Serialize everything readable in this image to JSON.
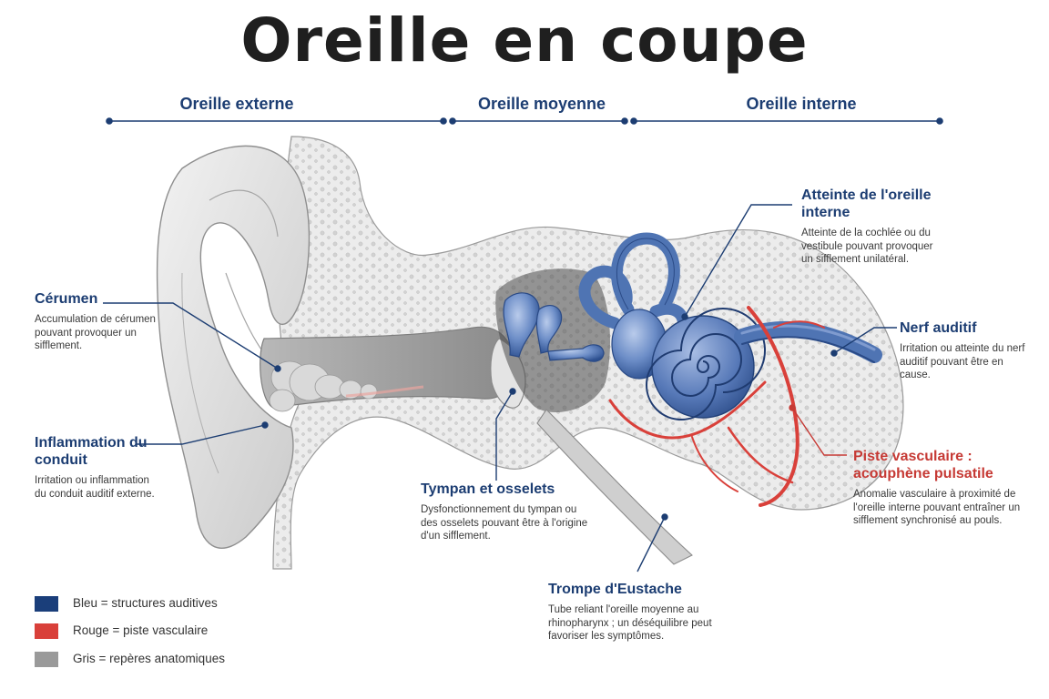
{
  "title": "Oreille en coupe",
  "sections": {
    "outer": "Oreille externe",
    "middle": "Oreille moyenne",
    "inner": "Oreille interne"
  },
  "labels": {
    "cerumen": {
      "title": "Cérumen",
      "desc": "Accumulation de cérumen pouvant provoquer un sifflement."
    },
    "inflammation": {
      "title": "Inflammation du conduit",
      "desc": "Irritation ou inflammation du conduit auditif externe."
    },
    "tympan": {
      "title": "Tympan et osselets",
      "desc": "Dysfonctionnement du tympan ou des osselets pouvant être à l'origine d'un sifflement."
    },
    "eustache": {
      "title": "Trompe d'Eustache",
      "desc": "Tube reliant l'oreille moyenne au rhinopharynx ; un déséquilibre peut favoriser les symptômes."
    },
    "inner_damage": {
      "title": "Atteinte de l'oreille interne",
      "desc": "Atteinte de la cochlée ou du vestibule pouvant provoquer un sifflement unilatéral."
    },
    "nerve": {
      "title": "Nerf auditif",
      "desc": "Irritation ou atteinte du nerf auditif pouvant être en cause."
    },
    "vascular": {
      "title": "Piste vasculaire : acouphène pulsatile",
      "desc": "Anomalie vasculaire à proximité de l'oreille interne pouvant entraîner un sifflement synchronisé au pouls."
    }
  },
  "legend": [
    {
      "text": "Bleu = structures auditives",
      "color": "#1a3e7a"
    },
    {
      "text": "Rouge = piste vasculaire",
      "color": "#d9403a"
    },
    {
      "text": "Gris = repères anatomiques",
      "color": "#9a9a9a"
    }
  ],
  "colors": {
    "accent": "#1c3d72",
    "structure": "#4f74b3",
    "vascular": "#d9403a"
  }
}
